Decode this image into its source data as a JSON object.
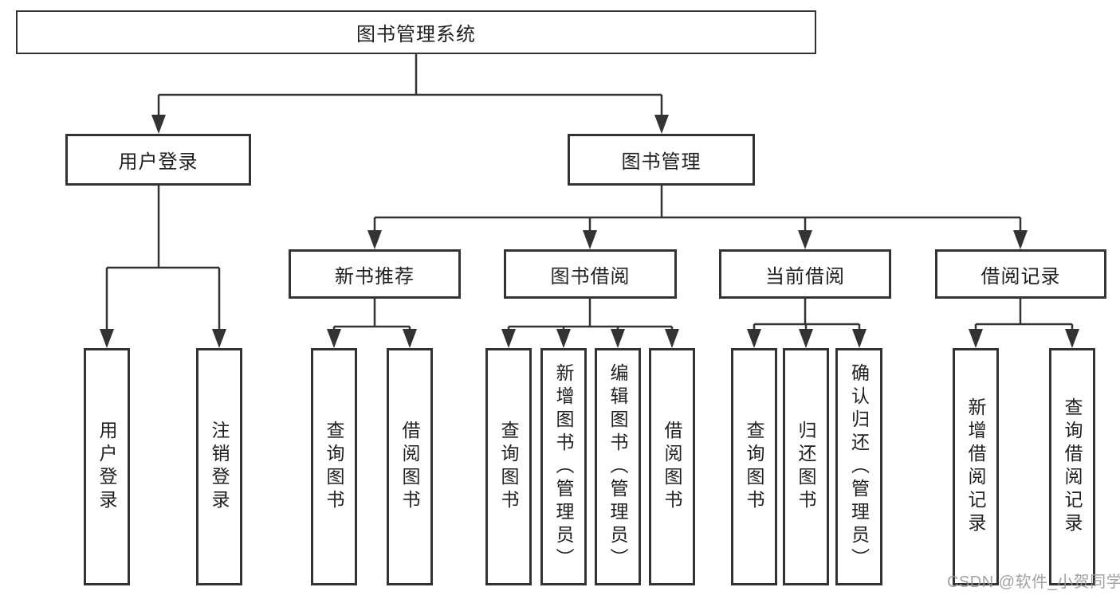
{
  "diagram": {
    "title": "图书管理系统",
    "children": [
      {
        "label": "用户登录",
        "children": [
          {
            "label": "用户登录"
          },
          {
            "label": "注销登录"
          }
        ]
      },
      {
        "label": "图书管理",
        "children": [
          {
            "label": "新书推荐",
            "children": [
              {
                "label": "查询图书"
              },
              {
                "label": "借阅图书"
              }
            ]
          },
          {
            "label": "图书借阅",
            "children": [
              {
                "label": "查询图书"
              },
              {
                "label": "新增图书（管理员）"
              },
              {
                "label": "编辑图书（管理员）"
              },
              {
                "label": "借阅图书"
              }
            ]
          },
          {
            "label": "当前借阅",
            "children": [
              {
                "label": "查询图书"
              },
              {
                "label": "归还图书"
              },
              {
                "label": "确认归还（管理员）"
              }
            ]
          },
          {
            "label": "借阅记录",
            "children": [
              {
                "label": "新增借阅记录"
              },
              {
                "label": "查询借阅记录"
              }
            ]
          }
        ]
      }
    ]
  },
  "watermark": {
    "text": "CSDN @软件_小贺同学"
  },
  "colors": {
    "line": "#333333",
    "box_border": "#333333",
    "text": "#1f1f1f",
    "watermark": "#989898",
    "background": "#ffffff"
  }
}
